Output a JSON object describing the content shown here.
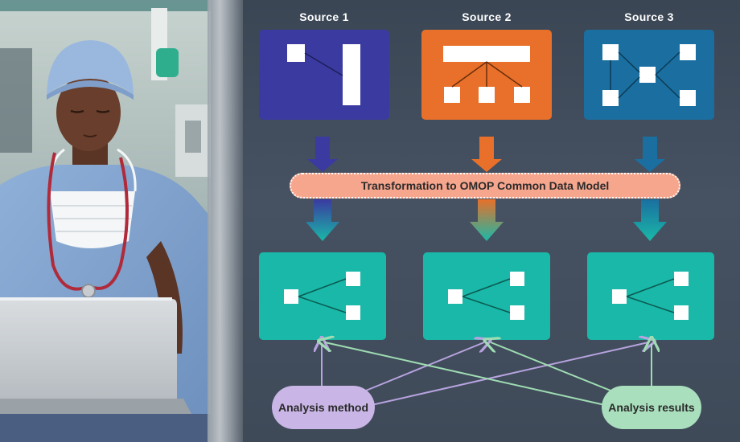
{
  "sources": [
    {
      "label": "Source 1",
      "color": "#3a3aa0",
      "arrow_color": "#3a3aa0"
    },
    {
      "label": "Source 2",
      "color": "#e8702a",
      "arrow_color": "#e8702a"
    },
    {
      "label": "Source 3",
      "color": "#1a6fa0",
      "arrow_color": "#1a6fa0"
    }
  ],
  "transformation": {
    "label": "Transformation to OMOP Common Data Model",
    "color": "#f7a68e"
  },
  "cdm_color": "#1ab8a8",
  "analysis_method": {
    "label": "Analysis method",
    "color": "#c9b6e6",
    "line_color": "#b7a3df"
  },
  "analysis_results": {
    "label": "Analysis results",
    "color": "#a9dfbd",
    "line_color": "#9fdcb3"
  }
}
